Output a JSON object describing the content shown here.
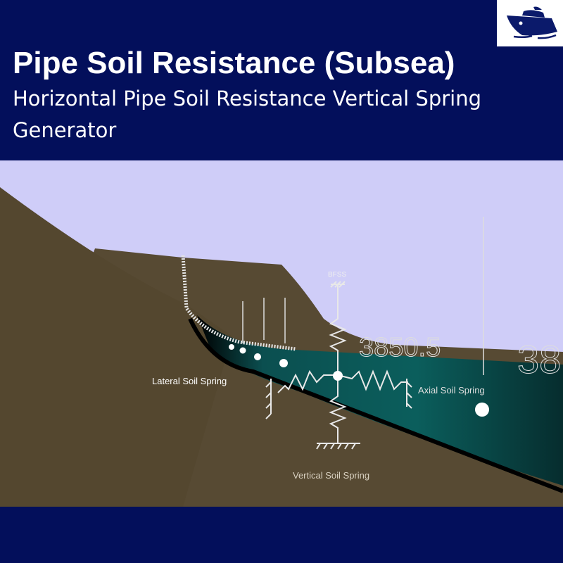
{
  "header": {
    "title": "Pipe Soil Resistance (Subsea)",
    "subtitle": "Horizontal Pipe Soil Resistance Vertical Spring Generator",
    "logo_icon": "ship-icon"
  },
  "diagram": {
    "labels": {
      "lateral": "Lateral Soil Spring",
      "axial": "Axial Soil Spring",
      "vertical": "Vertical Soil Spring",
      "bfss": "BFSS",
      "readout": "3850.5",
      "readout_partial": "38"
    },
    "colors": {
      "background": "#030f5b",
      "sky": "#cfcdf8",
      "soil": "#574a33",
      "trench": "#0b5a58"
    }
  }
}
